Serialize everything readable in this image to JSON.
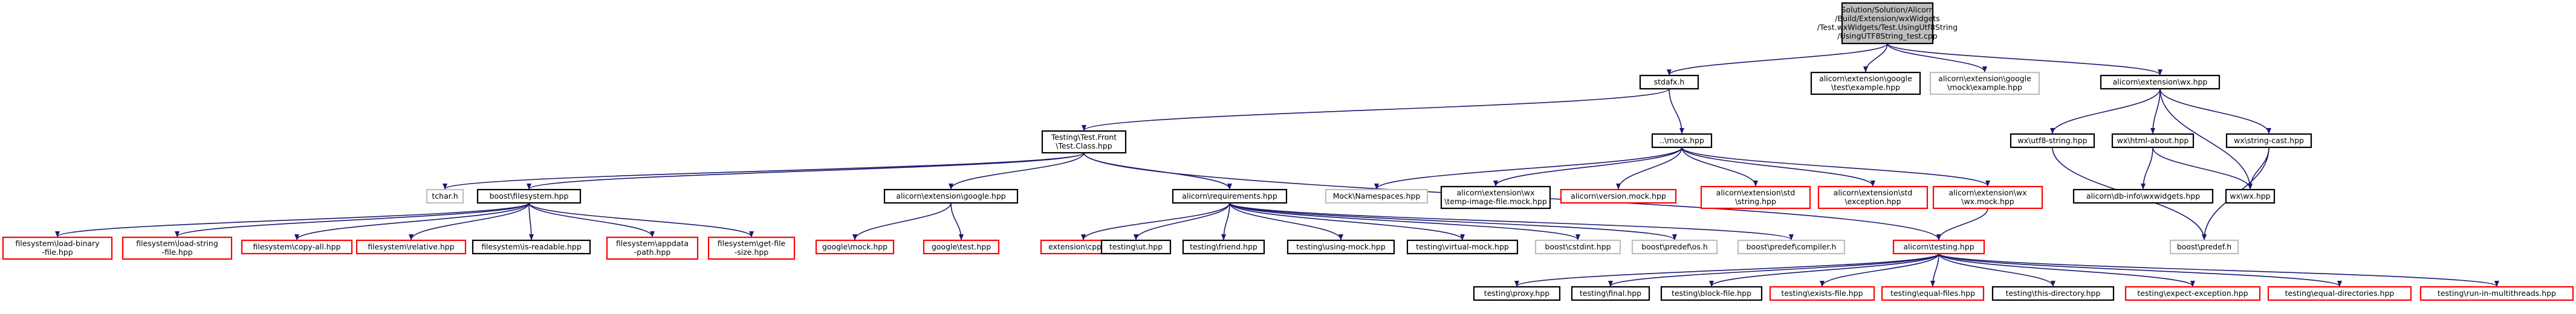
{
  "colors": {
    "edge": "#191970",
    "border_normal": "#000000",
    "border_missing": "#ff0000",
    "border_external": "#bfbfbf",
    "fill_root": "#bfbfbf",
    "fill_default": "#ffffff"
  },
  "nodes": [
    {
      "id": "root",
      "lines": [
        "Solution/Solution/Alicorn",
        "/Build/Extension/wxWidgets",
        "/Test.wxWidgets/Test.UsingUtf8String",
        "/UsingUTF8String_test.cpp"
      ],
      "style": "root"
    },
    {
      "id": "stdafx",
      "lines": [
        "stdafx.h"
      ],
      "style": "normal"
    },
    {
      "id": "googleExample",
      "lines": [
        "alicorn\\extension\\google",
        "\\test\\example.hpp"
      ],
      "style": "normal"
    },
    {
      "id": "googleMockExample",
      "lines": [
        "alicorn\\extension\\google",
        "\\mock\\example.hpp"
      ],
      "style": "external"
    },
    {
      "id": "wxHpp",
      "lines": [
        "alicorn\\extension\\wx.hpp"
      ],
      "style": "normal"
    },
    {
      "id": "testingFront",
      "lines": [
        "Testing\\Test.Front",
        "\\Test.Class.hpp"
      ],
      "style": "normal"
    },
    {
      "id": "mockHpp",
      "lines": [
        "..\\mock.hpp"
      ],
      "style": "normal"
    },
    {
      "id": "wxUtf8",
      "lines": [
        "wx\\utf8-string.hpp"
      ],
      "style": "normal"
    },
    {
      "id": "wxHtmlAbout",
      "lines": [
        "wx\\html-about.hpp"
      ],
      "style": "normal"
    },
    {
      "id": "wxStringCast",
      "lines": [
        "wx\\string-cast.hpp"
      ],
      "style": "normal"
    },
    {
      "id": "tchar",
      "lines": [
        "tchar.h"
      ],
      "style": "external"
    },
    {
      "id": "boostFs",
      "lines": [
        "boost\\filesystem.hpp"
      ],
      "style": "normal"
    },
    {
      "id": "googleHpp",
      "lines": [
        "alicorn\\extension\\google.hpp"
      ],
      "style": "normal"
    },
    {
      "id": "requirements",
      "lines": [
        "alicorn\\requirements.hpp"
      ],
      "style": "normal"
    },
    {
      "id": "mockNs",
      "lines": [
        "Mock\\Namespaces.hpp"
      ],
      "style": "external"
    },
    {
      "id": "tempImage",
      "lines": [
        "alicorn\\extension\\wx",
        "\\temp-image-file.mock.hpp"
      ],
      "style": "normal"
    },
    {
      "id": "versionMock",
      "lines": [
        "alicorn\\version.mock.hpp"
      ],
      "style": "missing"
    },
    {
      "id": "stdString",
      "lines": [
        "alicorn\\extension\\std",
        "\\string.hpp"
      ],
      "style": "missing"
    },
    {
      "id": "stdException",
      "lines": [
        "alicorn\\extension\\std",
        "\\exception.hpp"
      ],
      "style": "missing"
    },
    {
      "id": "wxMock",
      "lines": [
        "alicorn\\extension\\wx",
        "\\wx.mock.hpp"
      ],
      "style": "missing"
    },
    {
      "id": "dbInfo",
      "lines": [
        "alicorn\\db-info\\wxwidgets.hpp"
      ],
      "style": "normal"
    },
    {
      "id": "wxWx",
      "lines": [
        "wx\\wx.hpp"
      ],
      "style": "normal"
    },
    {
      "id": "fsLoadBinary",
      "lines": [
        "filesystem\\load-binary",
        "-file.hpp"
      ],
      "style": "missing"
    },
    {
      "id": "fsLoadString",
      "lines": [
        "filesystem\\load-string",
        "-file.hpp"
      ],
      "style": "missing"
    },
    {
      "id": "fsCopyAll",
      "lines": [
        "filesystem\\copy-all.hpp"
      ],
      "style": "missing"
    },
    {
      "id": "fsRelative",
      "lines": [
        "filesystem\\relative.hpp"
      ],
      "style": "missing"
    },
    {
      "id": "fsIsReadable",
      "lines": [
        "filesystem\\is-readable.hpp"
      ],
      "style": "normal"
    },
    {
      "id": "fsAppdata",
      "lines": [
        "filesystem\\appdata",
        "-path.hpp"
      ],
      "style": "missing"
    },
    {
      "id": "fsGetFileSize",
      "lines": [
        "filesystem\\get-file",
        "-size.hpp"
      ],
      "style": "missing"
    },
    {
      "id": "googleMock",
      "lines": [
        "google\\mock.hpp"
      ],
      "style": "missing"
    },
    {
      "id": "googleTest",
      "lines": [
        "google\\test.hpp"
      ],
      "style": "missing"
    },
    {
      "id": "extCpp",
      "lines": [
        "extension\\cpp.hpp"
      ],
      "style": "missing"
    },
    {
      "id": "testingUt",
      "lines": [
        "testing\\ut.hpp"
      ],
      "style": "normal"
    },
    {
      "id": "testingFriend",
      "lines": [
        "testing\\friend.hpp"
      ],
      "style": "normal"
    },
    {
      "id": "testingUsingMock",
      "lines": [
        "testing\\using-mock.hpp"
      ],
      "style": "normal"
    },
    {
      "id": "testingVirtualMock",
      "lines": [
        "testing\\virtual-mock.hpp"
      ],
      "style": "normal"
    },
    {
      "id": "boostCstdint",
      "lines": [
        "boost\\cstdint.hpp"
      ],
      "style": "external"
    },
    {
      "id": "boostPredefOs",
      "lines": [
        "boost\\predef\\os.h"
      ],
      "style": "external"
    },
    {
      "id": "boostPredefCompiler",
      "lines": [
        "boost\\predef\\compiler.h"
      ],
      "style": "external"
    },
    {
      "id": "boostPredef",
      "lines": [
        "boost\\predef.h"
      ],
      "style": "external"
    },
    {
      "id": "alicornTesting",
      "lines": [
        "alicorn\\testing.hpp"
      ],
      "style": "missing"
    },
    {
      "id": "tProxy",
      "lines": [
        "testing\\proxy.hpp"
      ],
      "style": "normal"
    },
    {
      "id": "tFinal",
      "lines": [
        "testing\\final.hpp"
      ],
      "style": "normal"
    },
    {
      "id": "tBlockFile",
      "lines": [
        "testing\\block-file.hpp"
      ],
      "style": "normal"
    },
    {
      "id": "tExistsFile",
      "lines": [
        "testing\\exists-file.hpp"
      ],
      "style": "missing"
    },
    {
      "id": "tEqualFiles",
      "lines": [
        "testing\\equal-files.hpp"
      ],
      "style": "missing"
    },
    {
      "id": "tThisDir",
      "lines": [
        "testing\\this-directory.hpp"
      ],
      "style": "normal"
    },
    {
      "id": "tExpectException",
      "lines": [
        "testing\\expect-exception.hpp"
      ],
      "style": "missing"
    },
    {
      "id": "tEqualDirs",
      "lines": [
        "testing\\equal-directories.hpp"
      ],
      "style": "missing"
    },
    {
      "id": "tRunMT",
      "lines": [
        "testing\\run-in-multithreads.hpp"
      ],
      "style": "missing"
    }
  ],
  "edges": [
    [
      "root",
      "stdafx"
    ],
    [
      "root",
      "googleExample"
    ],
    [
      "root",
      "googleMockExample"
    ],
    [
      "root",
      "wxHpp"
    ],
    [
      "stdafx",
      "testingFront"
    ],
    [
      "stdafx",
      "mockHpp"
    ],
    [
      "wxHpp",
      "wxUtf8"
    ],
    [
      "wxHpp",
      "wxHtmlAbout"
    ],
    [
      "wxHpp",
      "wxStringCast"
    ],
    [
      "wxHpp",
      "wxWx"
    ],
    [
      "testingFront",
      "tchar"
    ],
    [
      "testingFront",
      "boostFs"
    ],
    [
      "testingFront",
      "googleHpp"
    ],
    [
      "testingFront",
      "requirements"
    ],
    [
      "testingFront",
      "alicornTesting"
    ],
    [
      "boostFs",
      "fsLoadBinary"
    ],
    [
      "boostFs",
      "fsLoadString"
    ],
    [
      "boostFs",
      "fsCopyAll"
    ],
    [
      "boostFs",
      "fsRelative"
    ],
    [
      "boostFs",
      "fsIsReadable"
    ],
    [
      "boostFs",
      "fsAppdata"
    ],
    [
      "boostFs",
      "fsGetFileSize"
    ],
    [
      "googleHpp",
      "googleMock"
    ],
    [
      "googleHpp",
      "googleTest"
    ],
    [
      "requirements",
      "extCpp"
    ],
    [
      "requirements",
      "testingUt"
    ],
    [
      "requirements",
      "testingFriend"
    ],
    [
      "requirements",
      "testingUsingMock"
    ],
    [
      "requirements",
      "testingVirtualMock"
    ],
    [
      "requirements",
      "boostCstdint"
    ],
    [
      "requirements",
      "boostPredefOs"
    ],
    [
      "requirements",
      "boostPredefCompiler"
    ],
    [
      "mockHpp",
      "mockNs"
    ],
    [
      "mockHpp",
      "tempImage"
    ],
    [
      "mockHpp",
      "versionMock"
    ],
    [
      "mockHpp",
      "stdString"
    ],
    [
      "mockHpp",
      "stdException"
    ],
    [
      "mockHpp",
      "wxMock"
    ],
    [
      "wxMock",
      "alicornTesting"
    ],
    [
      "wxUtf8",
      "boostPredef"
    ],
    [
      "wxHtmlAbout",
      "dbInfo"
    ],
    [
      "wxHtmlAbout",
      "wxWx"
    ],
    [
      "wxStringCast",
      "wxWx"
    ],
    [
      "wxStringCast",
      "boostPredef"
    ],
    [
      "alicornTesting",
      "tProxy"
    ],
    [
      "alicornTesting",
      "tFinal"
    ],
    [
      "alicornTesting",
      "tBlockFile"
    ],
    [
      "alicornTesting",
      "tExistsFile"
    ],
    [
      "alicornTesting",
      "tEqualFiles"
    ],
    [
      "alicornTesting",
      "tThisDir"
    ],
    [
      "alicornTesting",
      "tExpectException"
    ],
    [
      "alicornTesting",
      "tEqualDirs"
    ],
    [
      "alicornTesting",
      "tRunMT"
    ]
  ]
}
